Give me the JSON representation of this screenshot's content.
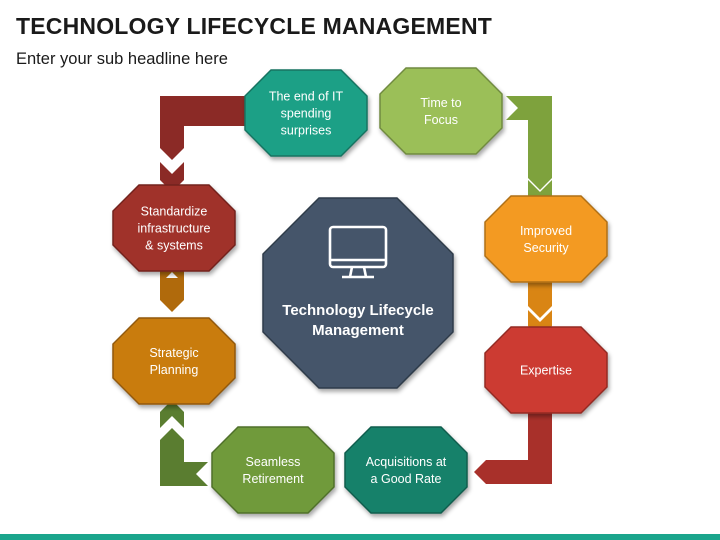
{
  "header": {
    "title": "TECHNOLOGY LIFECYCLE MANAGEMENT",
    "subtitle": "Enter your sub headline here"
  },
  "center": {
    "lines": [
      "Technology Lifecycle",
      "Management"
    ],
    "icon": "monitor-icon",
    "color": "#44546a"
  },
  "nodes": [
    {
      "id": "end-of-it-spending",
      "lines": [
        "The end of IT",
        "spending",
        "surprises"
      ],
      "color": "#1fa086"
    },
    {
      "id": "time-to-focus",
      "lines": [
        "Time to",
        "Focus"
      ],
      "color": "#9bbf59"
    },
    {
      "id": "improved-security",
      "lines": [
        "Improved",
        "Security"
      ],
      "color": "#f39a21"
    },
    {
      "id": "expertise",
      "lines": [
        "Expertise"
      ],
      "color": "#cc3b32"
    },
    {
      "id": "acquisitions",
      "lines": [
        "Acquisitions at",
        "a Good Rate"
      ],
      "color": "#17816b"
    },
    {
      "id": "seamless-retirement",
      "lines": [
        "Seamless",
        "Retirement"
      ],
      "color": "#6f9a3b"
    },
    {
      "id": "strategic-planning",
      "lines": [
        "Strategic",
        "Planning"
      ],
      "color": "#c97b10"
    },
    {
      "id": "standardize",
      "lines": [
        "Standardize",
        "infrastructure",
        "& systems"
      ],
      "color": "#a0312b"
    }
  ],
  "connector_colors": {
    "top_left": "#8b2a26",
    "right_top": "#7ea23d",
    "right_mid": "#d98514",
    "right_bottom": "#a8302a",
    "bottom_left": "#5a7d30",
    "left_mid": "#b06a0c"
  }
}
